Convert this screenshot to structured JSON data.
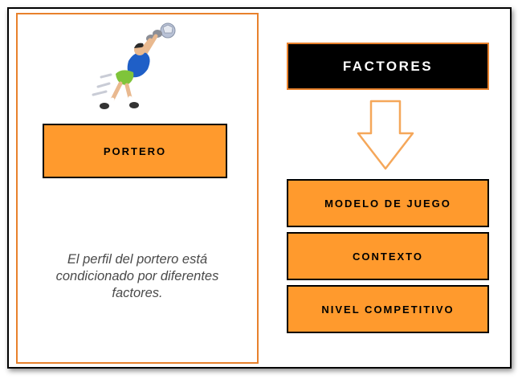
{
  "left_panel": {
    "role_label": "PORTERO",
    "description": "El perfil del portero está condicionado por diferentes factores."
  },
  "right_panel": {
    "header": "FACTORES",
    "factors": [
      "MODELO DE JUEGO",
      "CONTEXTO",
      "NIVEL COMPETITIVO"
    ]
  },
  "icons": {
    "goalkeeper": "goalkeeper-diving-icon",
    "arrow": "down-arrow-icon"
  },
  "colors": {
    "accent_orange": "#ff9a2d",
    "border_orange": "#e8812c",
    "header_bg": "#000000",
    "header_text": "#ffffff"
  }
}
